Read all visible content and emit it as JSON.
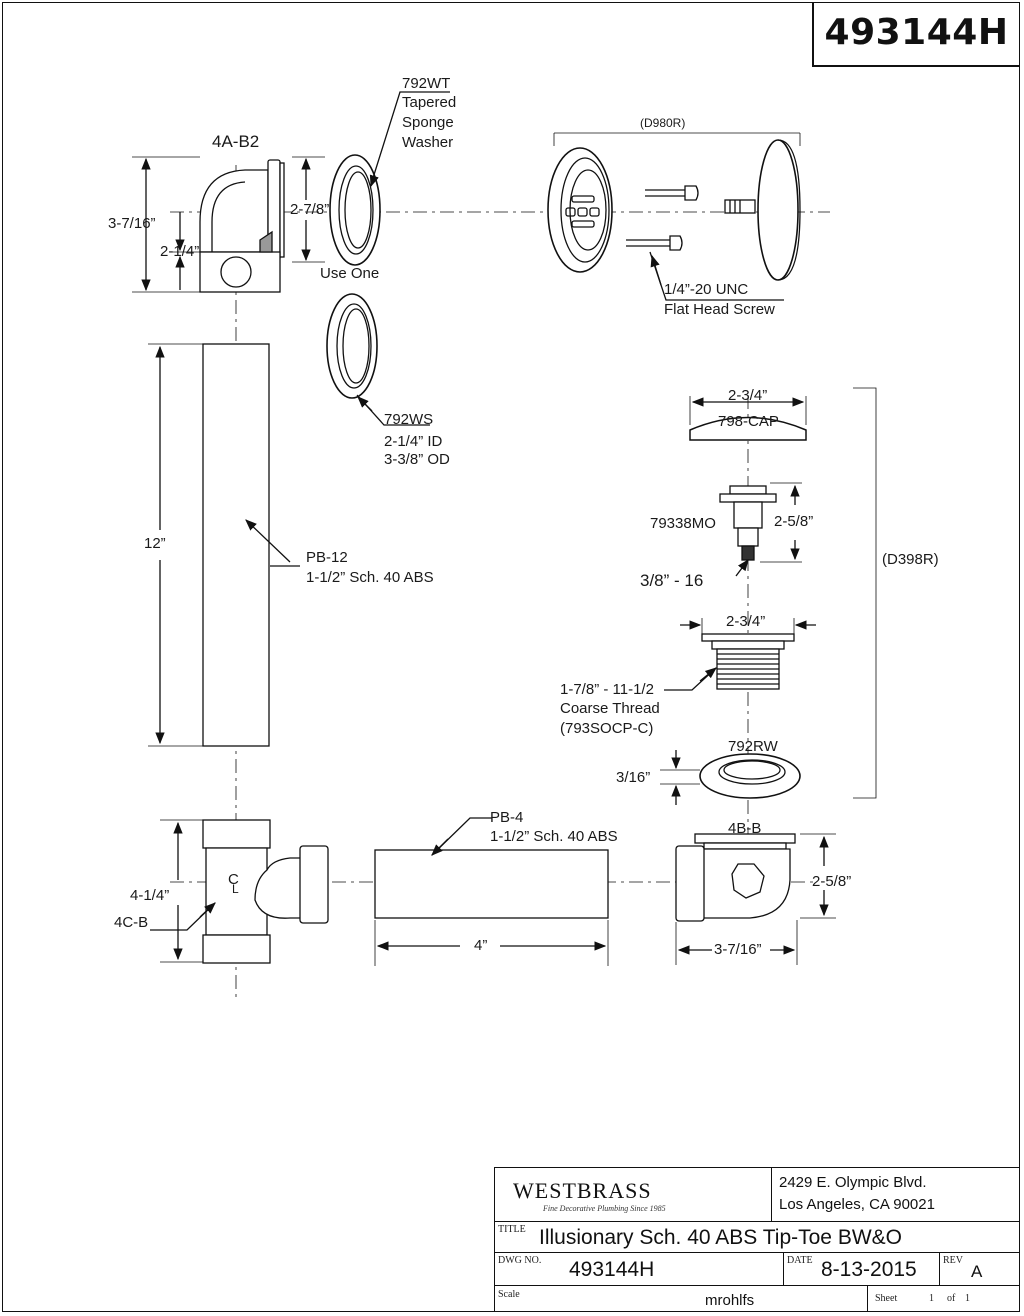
{
  "part_number": "493144H",
  "labels": {
    "p4ab2": "4A-B2",
    "dim_37_16_top": "3-7/16”",
    "dim_21_4_left": "2-1/4”",
    "dim_27_8": "2-7/8”",
    "use_one": "Use One",
    "w792wt_code": "792WT",
    "w792wt_line1": "Tapered",
    "w792wt_line2": "Sponge",
    "w792wt_line3": "Washer",
    "w792ws_code": "792WS",
    "w792ws_id": "2-1/4” ID",
    "w792ws_od": "3-3/8” OD",
    "d980r": "(D980R)",
    "screw_line1": "1/4”-20 UNC",
    "screw_line2": "Flat Head  Screw",
    "dim_12": "12”",
    "pb12_code": "PB-12",
    "pb12_desc": "1-1/2” Sch. 40 ABS",
    "dim_cap_width": "2-3/4”",
    "cap_code": "798-CAP",
    "mo_code": "79338MO",
    "dim_mo_height": "2-5/8”",
    "thread_38": "3/8” - 16",
    "d398r": "(D398R)",
    "dim_strainer_width": "2-3/4”",
    "thread_line1": "1-7/8” - 11-1/2",
    "thread_line2": "Coarse Thread",
    "thread_line3": "(793SOCP-C)",
    "rw_code": "792RW",
    "dim_3_16": "3/16”",
    "pb4_code": "PB-4",
    "pb4_desc": "1-1/2” Sch. 40 ABS",
    "dim_4": "4”",
    "dim_41_4": "4-1/4”",
    "c4b": "4C-B",
    "centerline": "C",
    "centerline_sub": "L",
    "b4b": "4B-B",
    "dim_25_8_bottom": "2-5/8”",
    "dim_37_16_bottom": "3-7/16”"
  },
  "title_block": {
    "brand": "WESTBRASS",
    "tagline": "Fine Decorative Plumbing Since 1985",
    "address_line1": "2429 E. Olympic Blvd.",
    "address_line2": "Los Angeles, CA 90021",
    "title_label": "TITLE",
    "title": "Illusionary Sch. 40 ABS Tip-Toe BW&O",
    "dwg_label": "DWG NO.",
    "dwg_no": "493144H",
    "date_label": "DATE",
    "date": "8-13-2015",
    "rev_label": "REV",
    "rev": "A",
    "scale_label": "Scale",
    "drawn_by": "mrohlfs",
    "sheet_label": "Sheet",
    "sheet_no": "1",
    "of_label": "of",
    "sheet_total": "1"
  }
}
